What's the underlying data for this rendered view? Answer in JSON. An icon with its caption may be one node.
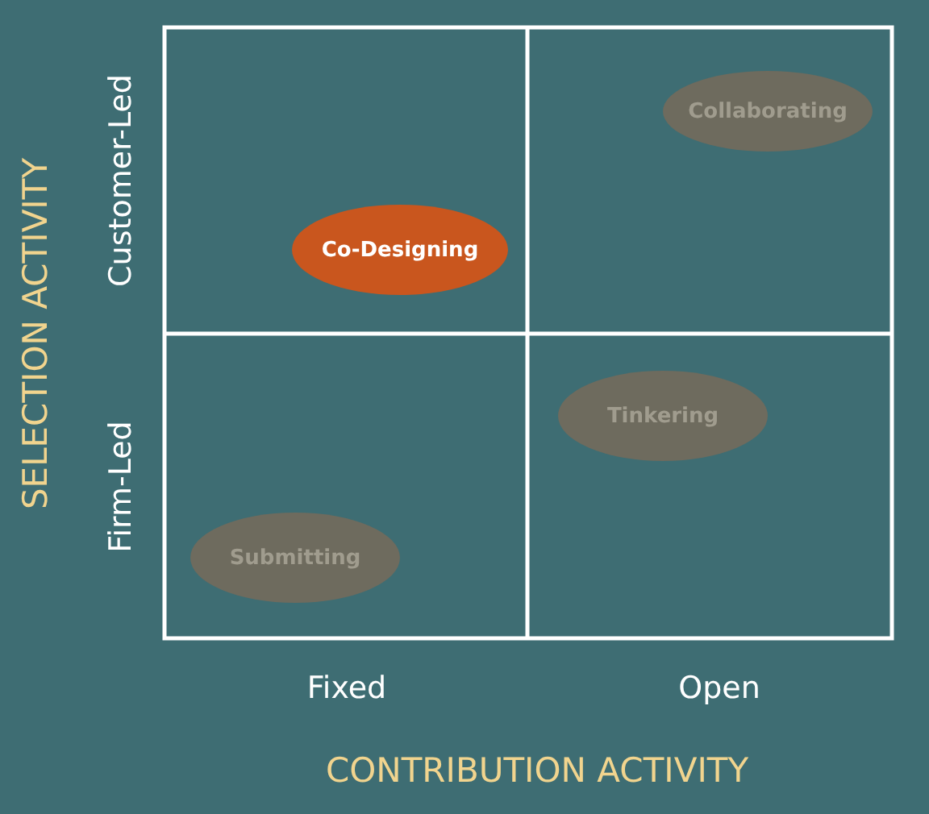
{
  "diagram": {
    "nodes": [
      {
        "text": [
          "Collaborating"
        ]
      },
      {
        "text": [
          "Co-Designing"
        ]
      },
      {
        "text": [
          "Tinkering"
        ]
      },
      {
        "text": [
          "Submitting"
        ]
      }
    ],
    "labels": [
      "SELECTION ACTIVITY",
      "Customer-Led",
      "Firm-Led",
      "Fixed",
      "Open",
      "CONTRIBUTION ACTIVITY"
    ]
  }
}
